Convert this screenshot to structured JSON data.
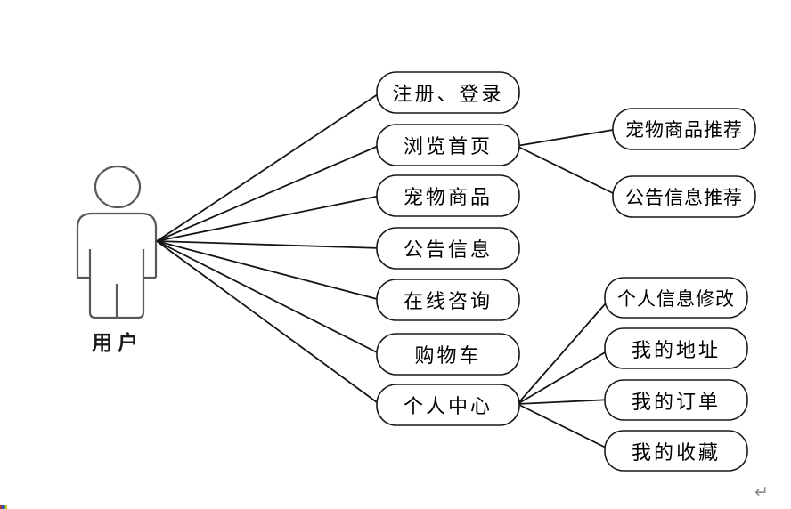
{
  "diagram": {
    "type": "use-case",
    "actor": {
      "label": "用户"
    },
    "nodes": {
      "register_login": {
        "label": "注册、登录"
      },
      "browse_home": {
        "label": "浏览首页"
      },
      "pet_products": {
        "label": "宠物商品"
      },
      "announcements": {
        "label": "公告信息"
      },
      "online_consult": {
        "label": "在线咨询"
      },
      "cart": {
        "label": "购物车"
      },
      "personal_center": {
        "label": "个人中心"
      },
      "pet_recommend": {
        "label": "宠物商品推荐"
      },
      "announce_recommend": {
        "label": "公告信息推荐"
      },
      "profile_edit": {
        "label": "个人信息修改"
      },
      "my_address": {
        "label": "我的地址"
      },
      "my_orders": {
        "label": "我的订单"
      },
      "my_favorites": {
        "label": "我的收藏"
      }
    },
    "edges": [
      {
        "from": "用户",
        "to": "注册、登录"
      },
      {
        "from": "用户",
        "to": "浏览首页"
      },
      {
        "from": "用户",
        "to": "宠物商品"
      },
      {
        "from": "用户",
        "to": "公告信息"
      },
      {
        "from": "用户",
        "to": "在线咨询"
      },
      {
        "from": "用户",
        "to": "购物车"
      },
      {
        "from": "用户",
        "to": "个人中心"
      },
      {
        "from": "浏览首页",
        "to": "宠物商品推荐"
      },
      {
        "from": "浏览首页",
        "to": "公告信息推荐"
      },
      {
        "from": "个人中心",
        "to": "个人信息修改"
      },
      {
        "from": "个人中心",
        "to": "我的地址"
      },
      {
        "from": "个人中心",
        "to": "我的订单"
      },
      {
        "from": "个人中心",
        "to": "我的收藏"
      }
    ],
    "colors": {
      "background": "#ffffff",
      "node_border": "#1a1a1a",
      "node_fill": "#ffffff",
      "connector": "#141414",
      "actor_outline": "#595959",
      "text": "#000000",
      "return_mark": "#8a8a8a"
    },
    "marks": {
      "return_mark": "↵"
    }
  }
}
